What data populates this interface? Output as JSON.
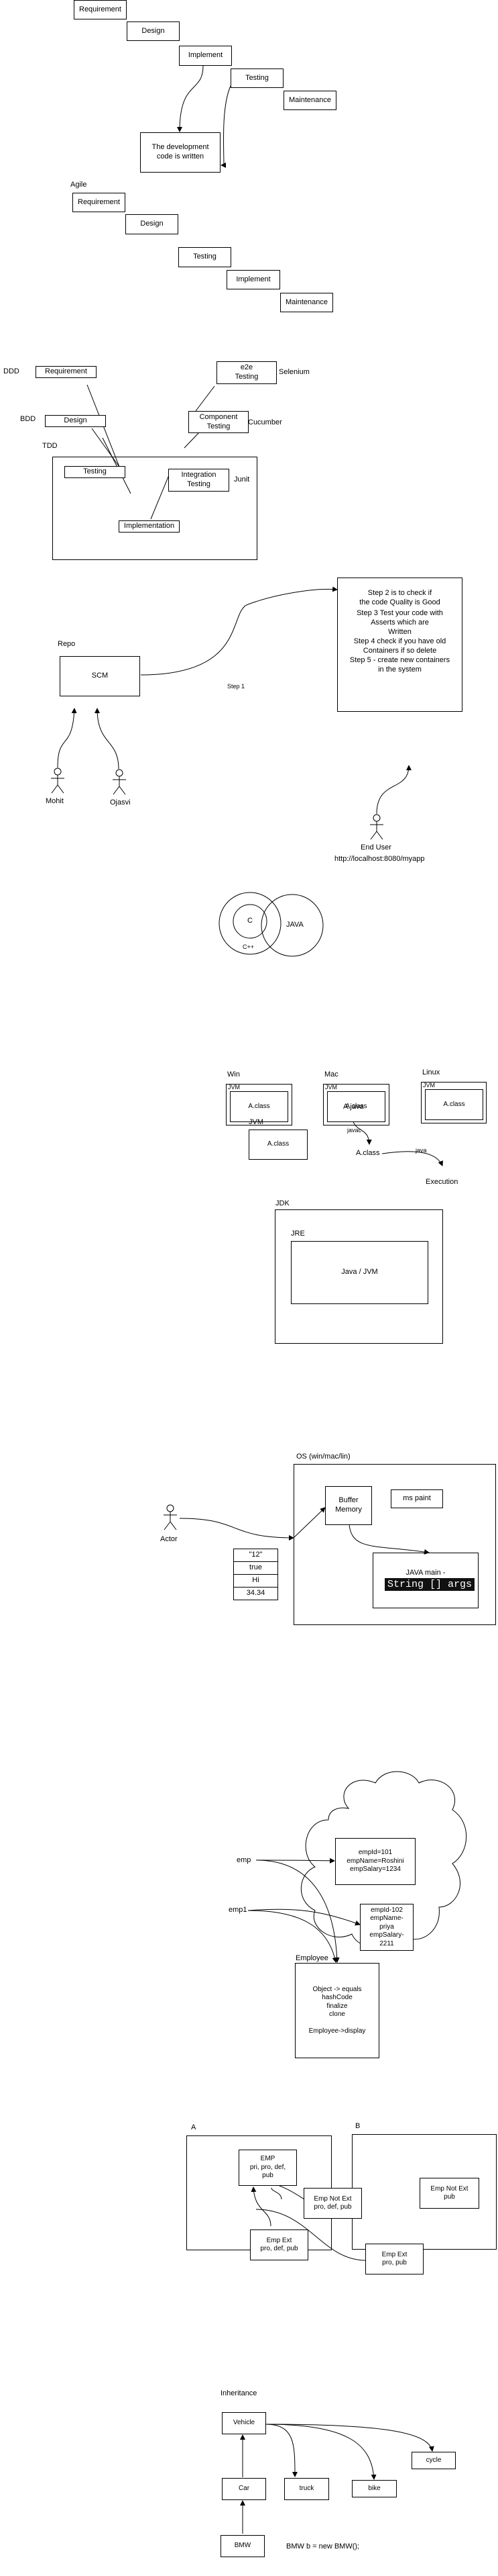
{
  "colors": {
    "stroke": "#000000",
    "background": "#ffffff",
    "code_bg": "#111111",
    "code_fg": "#ffffff"
  },
  "waterfall": {
    "requirement": "Requirement",
    "design": "Design",
    "implement": "Implement",
    "testing": "Testing",
    "maintenance": "Maintenance",
    "dev_note": "The development\ncode is written"
  },
  "agile": {
    "title": "Agile",
    "requirement": "Requirement",
    "design": "Design",
    "testing": "Testing",
    "implement": "Implement",
    "maintenance": "Maintenance"
  },
  "testing_pyramid": {
    "ddd": "DDD",
    "bdd": "BDD",
    "tdd": "TDD",
    "requirement": "Requirement",
    "design": "Design",
    "testing": "Testing",
    "e2e": "e2e\nTesting",
    "selenium": "Selenium",
    "component": "Component\nTesting",
    "cucumber": "Cucumber",
    "integration": "Integration\nTesting",
    "junit": "Junit",
    "implementation": "Implementation"
  },
  "cicd": {
    "repo": "Repo",
    "scm": "SCM",
    "step1": "Step 1",
    "step2": "Step 2 is to check if\nthe code Quality is Good",
    "step3": "Step 3 Test your code with\nAsserts which are\nWritten",
    "step4": "Step 4 check if you have old\nContainers if so delete",
    "step5": "Step 5 - create new containers\nin the system",
    "dev1": "Mohit",
    "dev2": "Ojasvi",
    "end_user": "End User",
    "url": "http://localhost:8080/myapp"
  },
  "venn": {
    "inner": "C",
    "cpp": "C++",
    "java": "JAVA"
  },
  "platforms": {
    "win": "Win",
    "mac": "Mac",
    "linux": "Linux",
    "jvm": "JVM",
    "aclass": "A.class"
  },
  "compile": {
    "jvm": "JVM",
    "aclass_box": "A.class",
    "java_file": "A.java",
    "javac": "javac",
    "class_file": "A.class",
    "java_cmd": "java",
    "execution": "Execution"
  },
  "jdk": {
    "jdk": "JDK",
    "jre": "JRE",
    "jvm": "Java / JVM"
  },
  "memory": {
    "os": "OS (win/mac/lin)",
    "buffer": "Buffer\nMemory",
    "mspaint": "ms paint",
    "java_main": "JAVA main -",
    "args": "String [] args",
    "actor": "Actor",
    "args_values": [
      "\"12\"",
      "true",
      "Hi",
      "34.34"
    ]
  },
  "objects": {
    "emp": "emp",
    "emp1": "emp1",
    "obj1": "empId=101\nempName=Roshini\nempSalary=1234",
    "obj2": "empId-102\nempName-\npriya\nempSalary-\n2211",
    "employee": "Employee",
    "employee_methods": "Object -> equals\nhashCode\nfinalize\nclone\n\nEmployee->display"
  },
  "access": {
    "a": "A",
    "b": "B",
    "emp": "EMP\npri, pro, def,\npub",
    "emp_not_ext_a": "Emp Not Ext\npro, def, pub",
    "emp_ext_a": "Emp Ext\npro, def, pub",
    "emp_not_ext_b": "Emp Not Ext\npub",
    "emp_ext_b": "Emp Ext\npro, pub"
  },
  "inheritance": {
    "title": "Inheritance",
    "vehicle": "Vehicle",
    "car": "Car",
    "truck": "truck",
    "bike": "bike",
    "cycle": "cycle",
    "bmw": "BMW",
    "code": "BMW  b = new BMW();"
  }
}
